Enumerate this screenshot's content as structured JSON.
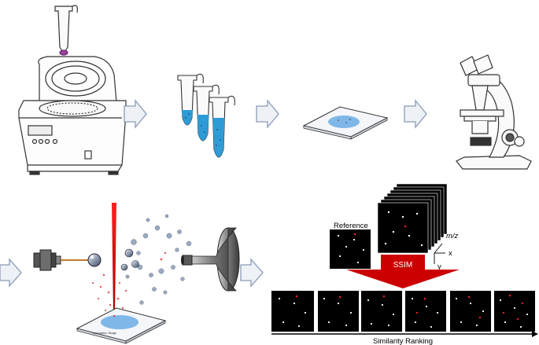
{
  "labels": {
    "reference": "Reference",
    "mz": "m/z",
    "x_axis": "x",
    "y_axis": "y",
    "ssim": "SSIM",
    "similarity_ranking": "Similarity Ranking",
    "stage_label": "translation Stage"
  },
  "colors": {
    "arrow_fill": "#eef1f6",
    "arrow_stroke": "#8a9bb8",
    "liquid": "#2e9bd6",
    "ssim_red": "#cc0000",
    "laser": "#e00000",
    "droplet": "#8fb8e8",
    "tube_cap": "#9b3fa0"
  },
  "icons": {
    "centrifuge": "centrifuge-icon",
    "tubes": "sample-tubes-icon",
    "slide": "glass-slide-icon",
    "microscope": "microscope-icon",
    "ion_source": "ion-source-icon",
    "funnel": "ion-funnel-icon"
  }
}
